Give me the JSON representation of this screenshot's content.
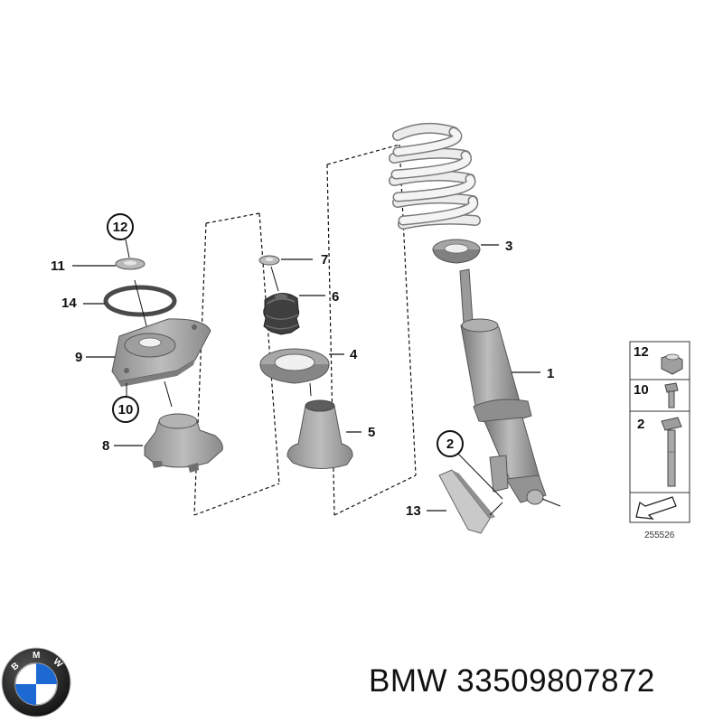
{
  "diagram": {
    "callouts": {
      "c1": "1",
      "c2": "2",
      "c3": "3",
      "c4": "4",
      "c5": "5",
      "c6": "6",
      "c7": "7",
      "c8": "8",
      "c9": "9",
      "c10": "10",
      "c11": "11",
      "c12": "12",
      "c13": "13",
      "c14": "14"
    },
    "legend": {
      "row1": "12",
      "row2": "10",
      "row3": "2",
      "ref_number": "255526"
    }
  },
  "caption": {
    "brand": "BMW",
    "part_number": "33509807872"
  },
  "colors": {
    "part_fill": "#a8a8a8",
    "part_dark": "#6f6f6f",
    "spring_fill": "#e9e9e9",
    "line": "#111111",
    "logo_blue": "#1c69d4"
  }
}
